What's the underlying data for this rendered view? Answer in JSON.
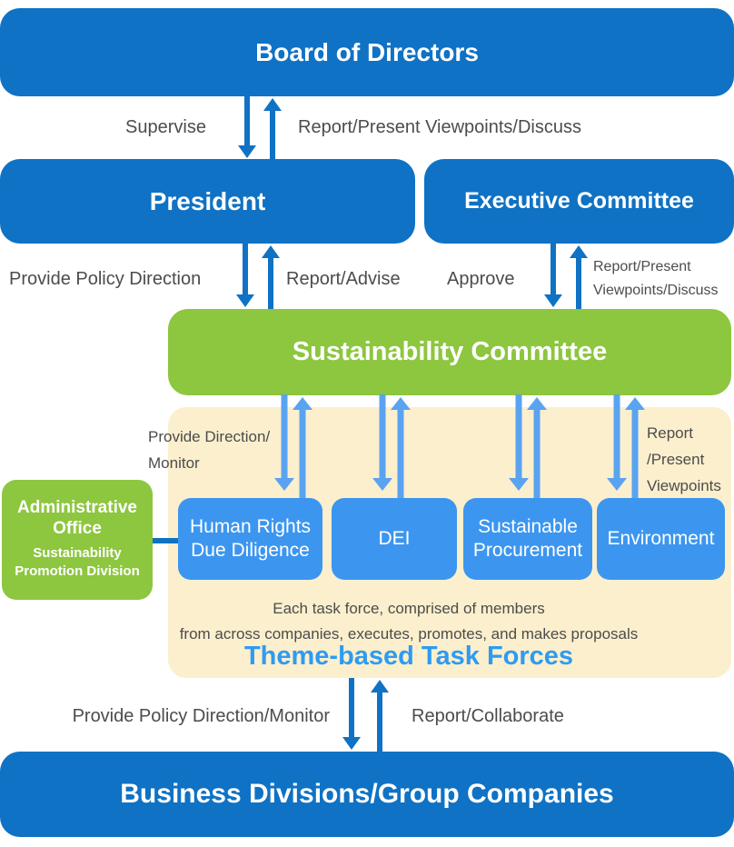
{
  "colors": {
    "dark_blue": "#0f72c4",
    "light_blue_box": "#3c96ef",
    "light_blue_arrow": "#5aa3f1",
    "green": "#8dc63f",
    "cream": "#fbefcd",
    "label_gray": "#4c4c4c",
    "task_title_blue": "#2e9bf2"
  },
  "boxes": {
    "board": {
      "label": "Board of Directors"
    },
    "president": {
      "label": "President"
    },
    "executive_committee": {
      "label": "Executive Committee"
    },
    "sustainability_committee": {
      "label": "Sustainability Committee"
    },
    "administrative_office": {
      "title": "Administrative\nOffice",
      "subtitle": "Sustainability\nPromotion Division"
    },
    "business_divisions": {
      "label": "Business Divisions/Group Companies"
    }
  },
  "task_force_panel": {
    "left_label": "Provide Direction/\nMonitor",
    "right_label": "Report\n/Present\nViewpoints",
    "task_forces": [
      {
        "label": "Human Rights\nDue Diligence"
      },
      {
        "label": "DEI"
      },
      {
        "label": "Sustainable\nProcurement"
      },
      {
        "label": "Environment"
      }
    ],
    "caption": "Each task force, comprised of members\nfrom across companies, executes, promotes, and makes proposals",
    "title": "Theme-based Task Forces"
  },
  "edge_labels": {
    "board_president": {
      "down": "Supervise",
      "up": "Report/Present Viewpoints/Discuss"
    },
    "president_committee": {
      "down": "Provide Policy Direction",
      "up": "Report/Advise"
    },
    "executive_committee_link": {
      "down": "Approve",
      "up": "Report/Present\nViewpoints/Discuss"
    },
    "committee_business": {
      "down": "Provide Policy Direction/Monitor",
      "up": "Report/Collaborate"
    }
  }
}
